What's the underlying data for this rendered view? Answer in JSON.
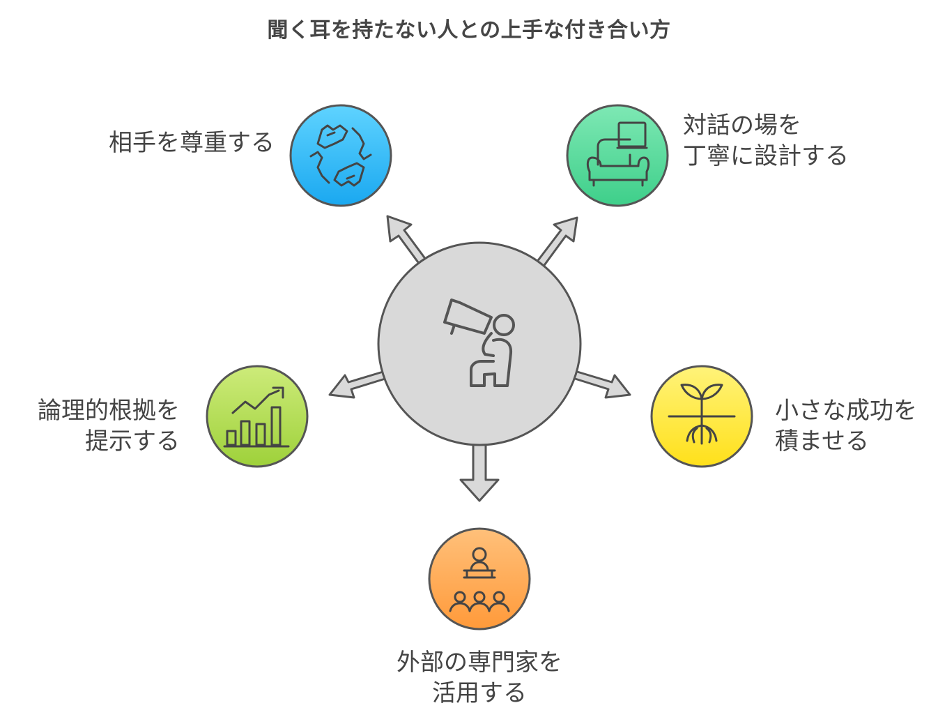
{
  "title": "聞く耳を持たない人との上手な付き合い方",
  "center": {
    "icon": "megaphone-person-icon"
  },
  "nodes": [
    {
      "id": "respect",
      "icon": "handshake-icon",
      "color_top": "#5fd3ff",
      "color_bottom": "#1aa8f0",
      "lines": [
        "相手を尊重する"
      ]
    },
    {
      "id": "dialogue",
      "icon": "sofa-icon",
      "color_top": "#7ee8b4",
      "color_bottom": "#3ecf8a",
      "lines": [
        "対話の場を",
        "丁寧に設計する"
      ]
    },
    {
      "id": "logic",
      "icon": "bar-chart-icon",
      "color_top": "#cdeb7a",
      "color_bottom": "#9ed13a",
      "lines": [
        "論理的根拠を",
        "提示する"
      ]
    },
    {
      "id": "success",
      "icon": "sprout-icon",
      "color_top": "#fff37a",
      "color_bottom": "#ffe01a",
      "lines": [
        "小さな成功を",
        "積ませる"
      ]
    },
    {
      "id": "expert",
      "icon": "audience-icon",
      "color_top": "#ffc07a",
      "color_bottom": "#ff9a3a",
      "lines": [
        "外部の専門家を",
        "活用する"
      ]
    }
  ]
}
